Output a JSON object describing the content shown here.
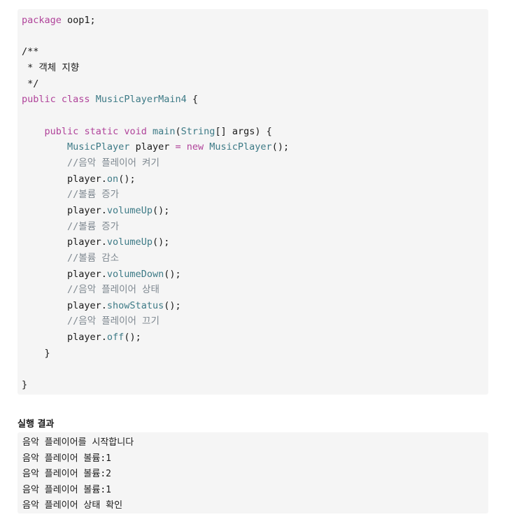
{
  "code": {
    "lines": [
      [
        {
          "t": "package",
          "c": "kw"
        },
        {
          "t": " oop1;",
          "c": "ident"
        }
      ],
      [],
      [
        {
          "t": "/**",
          "c": "ident"
        }
      ],
      [
        {
          "t": " * 객체 지향",
          "c": "ident"
        }
      ],
      [
        {
          "t": " */",
          "c": "ident"
        }
      ],
      [
        {
          "t": "public",
          "c": "kw"
        },
        {
          "t": " ",
          "c": "ident"
        },
        {
          "t": "class",
          "c": "kw"
        },
        {
          "t": " ",
          "c": "ident"
        },
        {
          "t": "MusicPlayerMain4",
          "c": "type"
        },
        {
          "t": " {",
          "c": "punct"
        }
      ],
      [],
      [
        {
          "t": "    ",
          "c": "ident"
        },
        {
          "t": "public",
          "c": "kw"
        },
        {
          "t": " ",
          "c": "ident"
        },
        {
          "t": "static",
          "c": "kw"
        },
        {
          "t": " ",
          "c": "ident"
        },
        {
          "t": "void",
          "c": "kw"
        },
        {
          "t": " ",
          "c": "ident"
        },
        {
          "t": "main",
          "c": "method"
        },
        {
          "t": "(",
          "c": "punct"
        },
        {
          "t": "String",
          "c": "type"
        },
        {
          "t": "[] args) {",
          "c": "punct"
        }
      ],
      [
        {
          "t": "        ",
          "c": "ident"
        },
        {
          "t": "MusicPlayer",
          "c": "type"
        },
        {
          "t": " player ",
          "c": "ident"
        },
        {
          "t": "=",
          "c": "op"
        },
        {
          "t": " ",
          "c": "ident"
        },
        {
          "t": "new",
          "c": "kw"
        },
        {
          "t": " ",
          "c": "ident"
        },
        {
          "t": "MusicPlayer",
          "c": "type"
        },
        {
          "t": "();",
          "c": "punct"
        }
      ],
      [
        {
          "t": "        ",
          "c": "ident"
        },
        {
          "t": "//음악 플레이어 켜기",
          "c": "comment"
        }
      ],
      [
        {
          "t": "        player.",
          "c": "ident"
        },
        {
          "t": "on",
          "c": "method"
        },
        {
          "t": "();",
          "c": "punct"
        }
      ],
      [
        {
          "t": "        ",
          "c": "ident"
        },
        {
          "t": "//볼륨 증가",
          "c": "comment"
        }
      ],
      [
        {
          "t": "        player.",
          "c": "ident"
        },
        {
          "t": "volumeUp",
          "c": "method"
        },
        {
          "t": "();",
          "c": "punct"
        }
      ],
      [
        {
          "t": "        ",
          "c": "ident"
        },
        {
          "t": "//볼륨 증가",
          "c": "comment"
        }
      ],
      [
        {
          "t": "        player.",
          "c": "ident"
        },
        {
          "t": "volumeUp",
          "c": "method"
        },
        {
          "t": "();",
          "c": "punct"
        }
      ],
      [
        {
          "t": "        ",
          "c": "ident"
        },
        {
          "t": "//볼륨 감소",
          "c": "comment"
        }
      ],
      [
        {
          "t": "        player.",
          "c": "ident"
        },
        {
          "t": "volumeDown",
          "c": "method"
        },
        {
          "t": "();",
          "c": "punct"
        }
      ],
      [
        {
          "t": "        ",
          "c": "ident"
        },
        {
          "t": "//음악 플레이어 상태",
          "c": "comment"
        }
      ],
      [
        {
          "t": "        player.",
          "c": "ident"
        },
        {
          "t": "showStatus",
          "c": "method"
        },
        {
          "t": "();",
          "c": "punct"
        }
      ],
      [
        {
          "t": "        ",
          "c": "ident"
        },
        {
          "t": "//음악 플레이어 끄기",
          "c": "comment"
        }
      ],
      [
        {
          "t": "        player.",
          "c": "ident"
        },
        {
          "t": "off",
          "c": "method"
        },
        {
          "t": "();",
          "c": "punct"
        }
      ],
      [
        {
          "t": "    }",
          "c": "punct"
        }
      ],
      [],
      [
        {
          "t": "}",
          "c": "punct"
        }
      ]
    ]
  },
  "result": {
    "title": "실행 결과",
    "lines": [
      "음악 플레이어를 시작합니다",
      "음악 플레이어 볼륨:1",
      "음악 플레이어 볼륨:2",
      "음악 플레이어 볼륨:1",
      "음악 플레이어 상태 확인"
    ]
  }
}
